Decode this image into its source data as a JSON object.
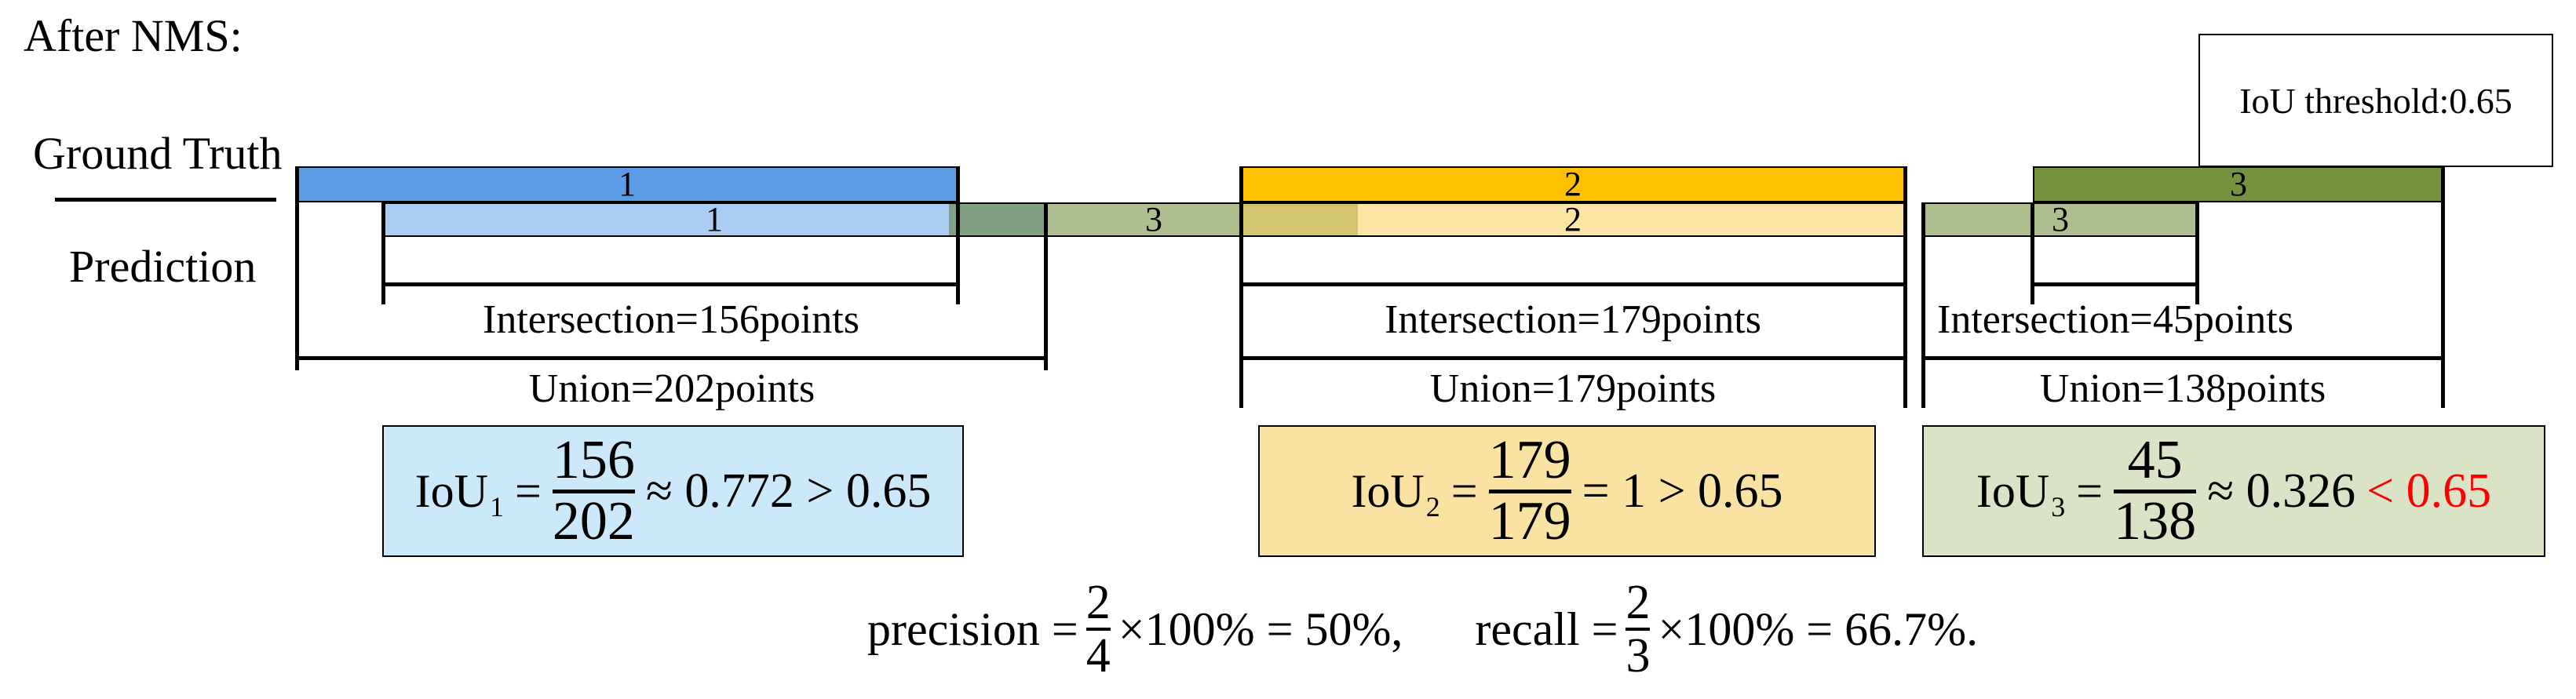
{
  "title": "After NMS:",
  "legend": {
    "ground_truth": "Ground Truth",
    "prediction": "Prediction"
  },
  "threshold_box": {
    "text": "IoU threshold:0.65"
  },
  "bars": {
    "gt1_label": "1",
    "pred1_label": "1",
    "gt2_label": "2",
    "pred2_label": "2",
    "mid3_label": "3",
    "pred3_label": "3",
    "gt3_label": "3"
  },
  "groups": [
    {
      "intersection": "Intersection=156points",
      "union": "Union=202points"
    },
    {
      "intersection": "Intersection=179points",
      "union": "Union=179points"
    },
    {
      "intersection": "Intersection=45points",
      "union": "Union=138points"
    }
  ],
  "iou_boxes": [
    {
      "name": "IoU",
      "sub": "1",
      "eq": "=",
      "num": "156",
      "den": "202",
      "result": "≈ 0.772 > 0.65",
      "result_red": ""
    },
    {
      "name": "IoU",
      "sub": "2",
      "eq": "=",
      "num": "179",
      "den": "179",
      "result": "= 1 > 0.65",
      "result_red": ""
    },
    {
      "name": "IoU",
      "sub": "3",
      "eq": "=",
      "num": "45",
      "den": "138",
      "result": "≈ 0.326",
      "result_red": "< 0.65"
    }
  ],
  "formula": {
    "precision_label": "precision =",
    "precision_num": "2",
    "precision_den": "4",
    "precision_tail": "×100% = 50%,",
    "recall_label": "recall =",
    "recall_num": "2",
    "recall_den": "3",
    "recall_tail": "×100% = 66.7%."
  },
  "colors": {
    "gt_blue": "#5C9CE6",
    "pred_blue": "#A9CCF0",
    "gt_orange": "#FFC000",
    "pred_yellow": "#FBE5A5",
    "overlap_green_on_blue": "#7FA182",
    "green_prediction_3": "#AEBF8F",
    "overlap_green_on_yellow": "#D2C571",
    "gt_green_dark": "#75923E",
    "box1_bg": "#CBE9FA",
    "box2_bg": "#FAE2A2",
    "box3_bg": "#DBE3C7",
    "alert_red": "#FF0000"
  }
}
